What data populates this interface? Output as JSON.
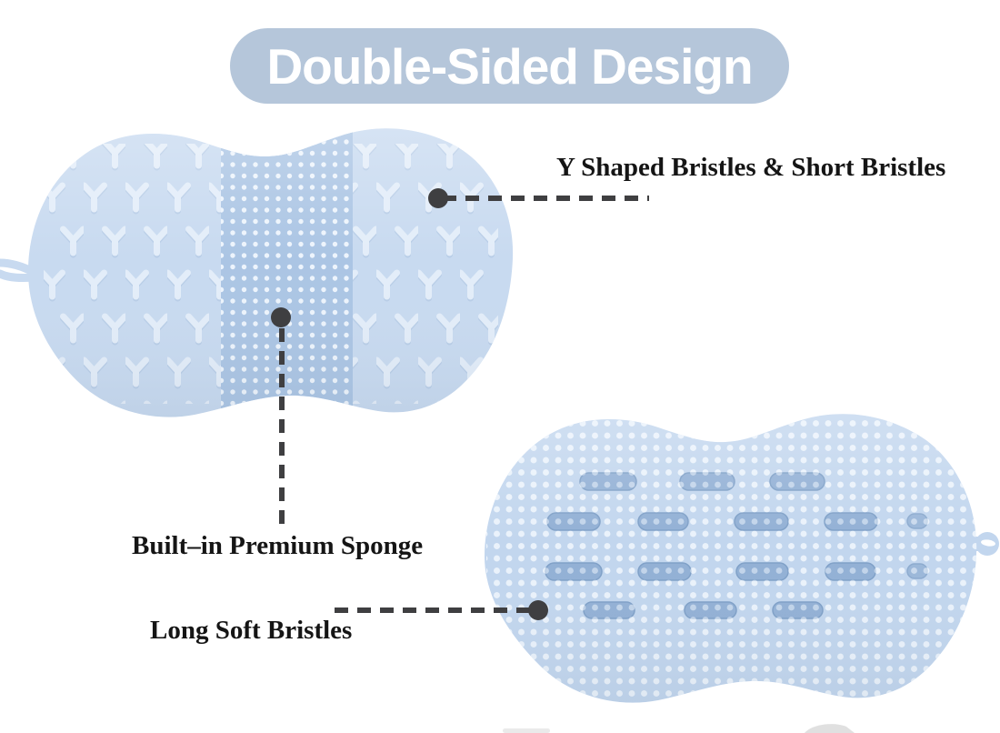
{
  "banner": {
    "label": "Double-Sided Design"
  },
  "callouts": {
    "top": {
      "label": "Y Shaped Bristles & Short Bristles"
    },
    "sponge": {
      "label": "Built–in Premium Sponge"
    },
    "long": {
      "label": "Long Soft Bristles"
    }
  },
  "colors": {
    "page-bg": "#ffffff",
    "banner-bg": "#b5c6da",
    "banner-text": "#ffffff",
    "callout-text": "#151515",
    "pad-base": "#c8daf0",
    "pad-texture": "#e3edf9",
    "pad-shadow": "#aac2e0",
    "band-bg": "#abc5e4",
    "band-dot": "#edf4fc",
    "bristle-pad": "#c2d6ee",
    "bristle-dot": "#eaf2fb",
    "slot-fill": "#92b0d5",
    "slot-edge": "#7fa0c7",
    "leader": "#3f3f41"
  }
}
